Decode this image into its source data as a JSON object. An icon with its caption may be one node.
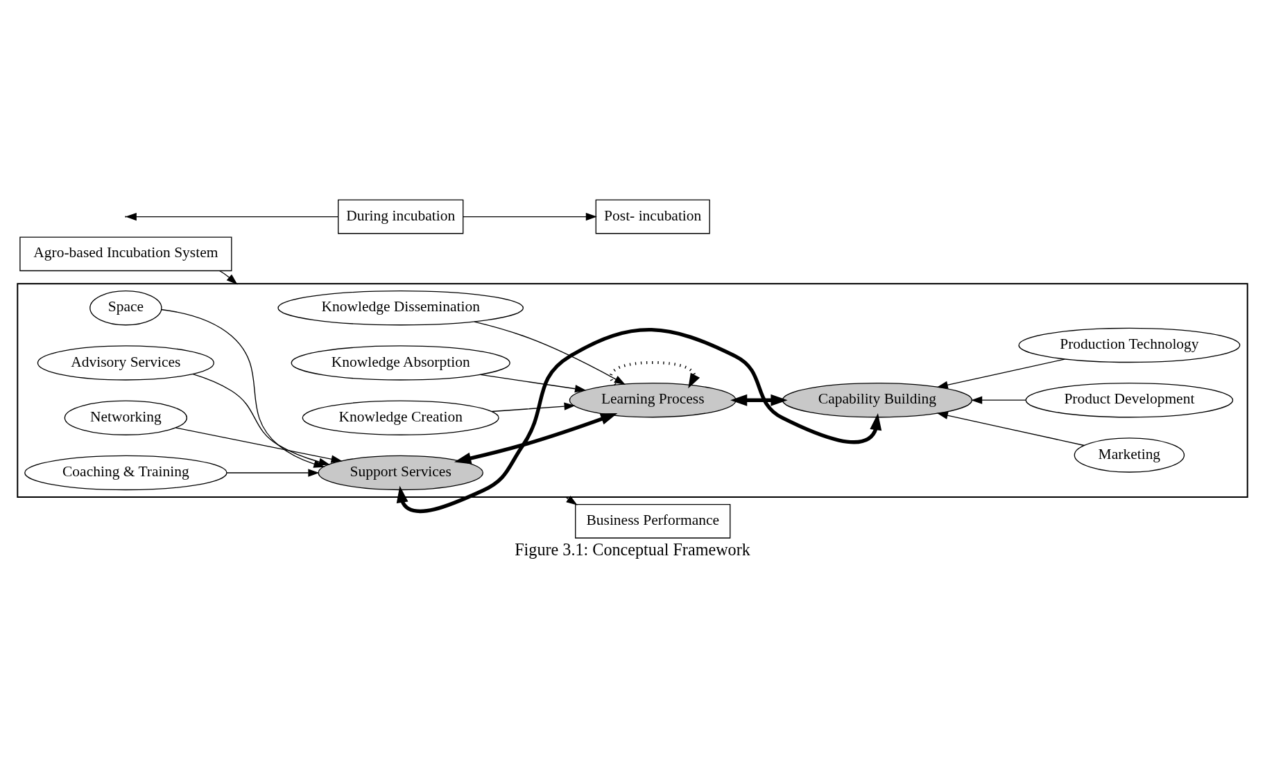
{
  "diagram": {
    "caption": "Figure 3.1: Conceptual Framework",
    "nodes": [
      {
        "text": [
          "Agro-based Incubation System"
        ]
      },
      {
        "text": [],
        "shape": "box"
      },
      {
        "text": [
          "Knowledge Creation"
        ],
        "in": 1
      },
      {
        "text": [
          "Knowledge Dissemination"
        ],
        "in": 1
      },
      {
        "text": [
          "Knowledge Absorption"
        ],
        "in": 1
      },
      {
        "text": [
          "Space"
        ],
        "in": 1
      },
      {
        "text": [
          "Advisory Services"
        ],
        "in": 1
      },
      {
        "text": [
          "Networking"
        ],
        "in": 1
      },
      {
        "text": [
          "Coaching & Training"
        ],
        "in": 1
      },
      {
        "text": [
          "Learning Process"
        ],
        "in": 1
      },
      {
        "text": [
          "Support Services"
        ],
        "in": 1
      },
      {
        "text": [
          "Capability Building"
        ],
        "in": 1
      },
      {
        "text": [
          "Marketing"
        ],
        "in": 1
      },
      {
        "text": [
          "Product Development"
        ],
        "in": 1
      },
      {
        "text": [
          "Production Technology"
        ],
        "in": 1
      },
      {
        "text": [
          "Business Performance"
        ]
      },
      {
        "text": [
          "During incubation"
        ]
      },
      {
        "text": [
          "Post- incubation"
        ]
      }
    ],
    "edges": [
      {
        "from": 0,
        "to": 1,
        "arrow": "to"
      },
      {
        "from": 2,
        "to": 9,
        "arrow": "to"
      },
      {
        "from": 3,
        "to": 9,
        "arrow": "to"
      },
      {
        "from": 4,
        "to": 9,
        "arrow": "to"
      },
      {
        "from": 5,
        "to": 10,
        "arrow": "to"
      },
      {
        "from": 6,
        "to": 10,
        "arrow": "to"
      },
      {
        "from": 7,
        "to": 10,
        "arrow": "to"
      },
      {
        "from": 8,
        "to": 10,
        "arrow": "to"
      },
      {
        "from": 12,
        "to": 11,
        "arrow": "to"
      },
      {
        "from": 13,
        "to": 11,
        "arrow": "to"
      },
      {
        "from": 14,
        "to": 11,
        "arrow": "to"
      },
      {
        "from": 10,
        "to": 9,
        "arrow": "both",
        "style": "thick"
      },
      {
        "from": 9,
        "to": 11,
        "arrow": "both",
        "style": "thick"
      },
      {
        "from": 10,
        "to": 11,
        "arrow": "both",
        "style": "thick"
      },
      {
        "from": 9,
        "to": 9,
        "arrow": "to",
        "style": "dashed"
      },
      {
        "from": 1,
        "to": 15,
        "arrow": "to"
      },
      {
        "from": 16,
        "to": null,
        "arrow": "to"
      },
      {
        "from": 16,
        "to": 17,
        "arrow": "to"
      }
    ]
  }
}
